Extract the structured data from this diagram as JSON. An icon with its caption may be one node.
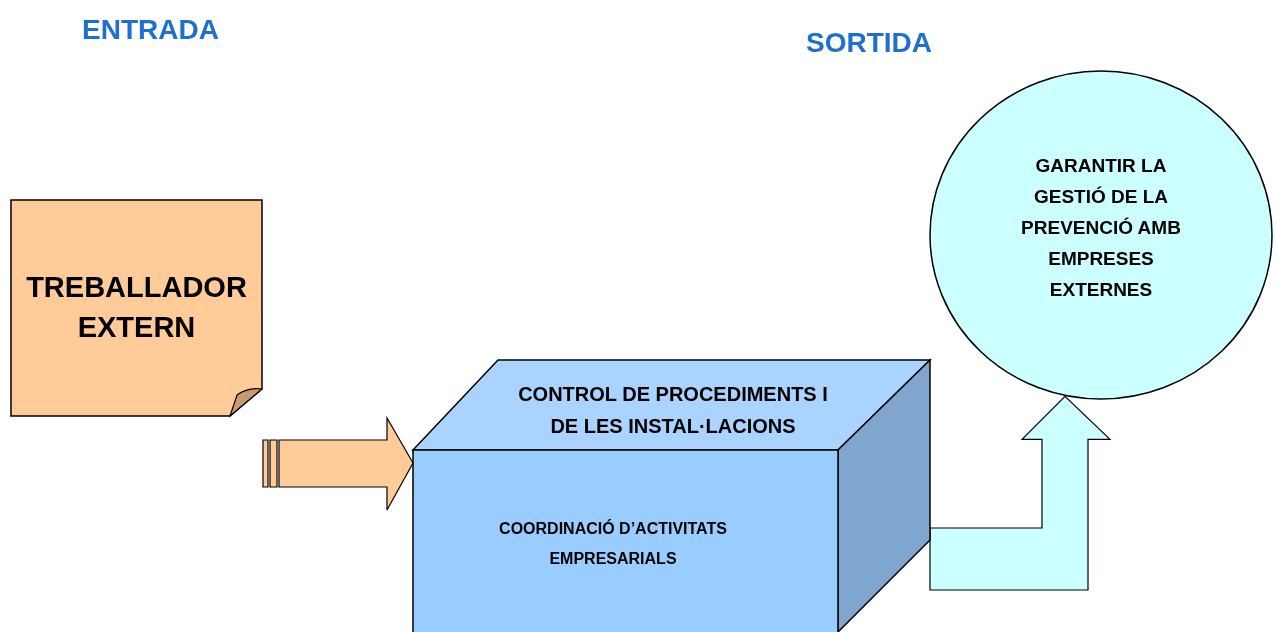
{
  "diagram": {
    "nodes": [
      {
        "text": [
          "TREBALLADOR EXTERN"
        ]
      },
      {
        "text": [
          "CONTROL DE PROCEDIMENTS I DE LES INSTAL·LACIONS",
          "COORDINACIÓ D’ACTIVITATS EMPRESARIALS"
        ]
      },
      {
        "text": [
          "GARANTIR LA GESTIÓ DE LA PREVENCIÓ AMB EMPRESES EXTERNES"
        ]
      }
    ],
    "edges": [
      {
        "from": 0,
        "to": 1,
        "arrow": "to",
        "color": "#ffcc99"
      },
      {
        "from": 1,
        "to": 2,
        "arrow": "to",
        "color": "#ccffff"
      }
    ],
    "labels": [
      "ENTRADA",
      "SORTIDA"
    ]
  }
}
